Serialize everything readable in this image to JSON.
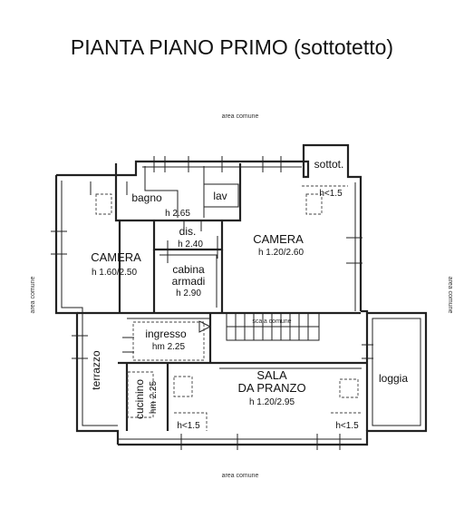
{
  "title": "PIANTA PIANO PRIMO (sottotetto)",
  "area_labels": {
    "top": "area comune",
    "bottom": "area comune",
    "left": "area comune",
    "right": "area comune"
  },
  "rooms": {
    "bagno": "bagno",
    "bagno_h": "h 2.65",
    "lav": "lav",
    "sottot": "sottot.",
    "sottot_h": "h<1.5",
    "camera_right": "CAMERA",
    "camera_right_h": "h 1.20/2.60",
    "dis": "dis.",
    "dis_h": "h 2.40",
    "camera_left": "CAMERA",
    "camera_left_h": "h 1.60/2.50",
    "cabina_1": "cabina",
    "cabina_2": "armadi",
    "cabina_h": "h 2.90",
    "ingresso": "ingresso",
    "ingresso_h": "hm 2.25",
    "scala": "scala comune",
    "terrazzo": "terrazzo",
    "cucinino": "cucinino",
    "cucinino_h": "hm 2.25",
    "sala_1": "SALA",
    "sala_2": "DA PRANZO",
    "sala_h": "h 1.20/2.95",
    "loggia": "loggia",
    "h_low_left": "h<1.5",
    "h_low_right": "h<1.5"
  }
}
